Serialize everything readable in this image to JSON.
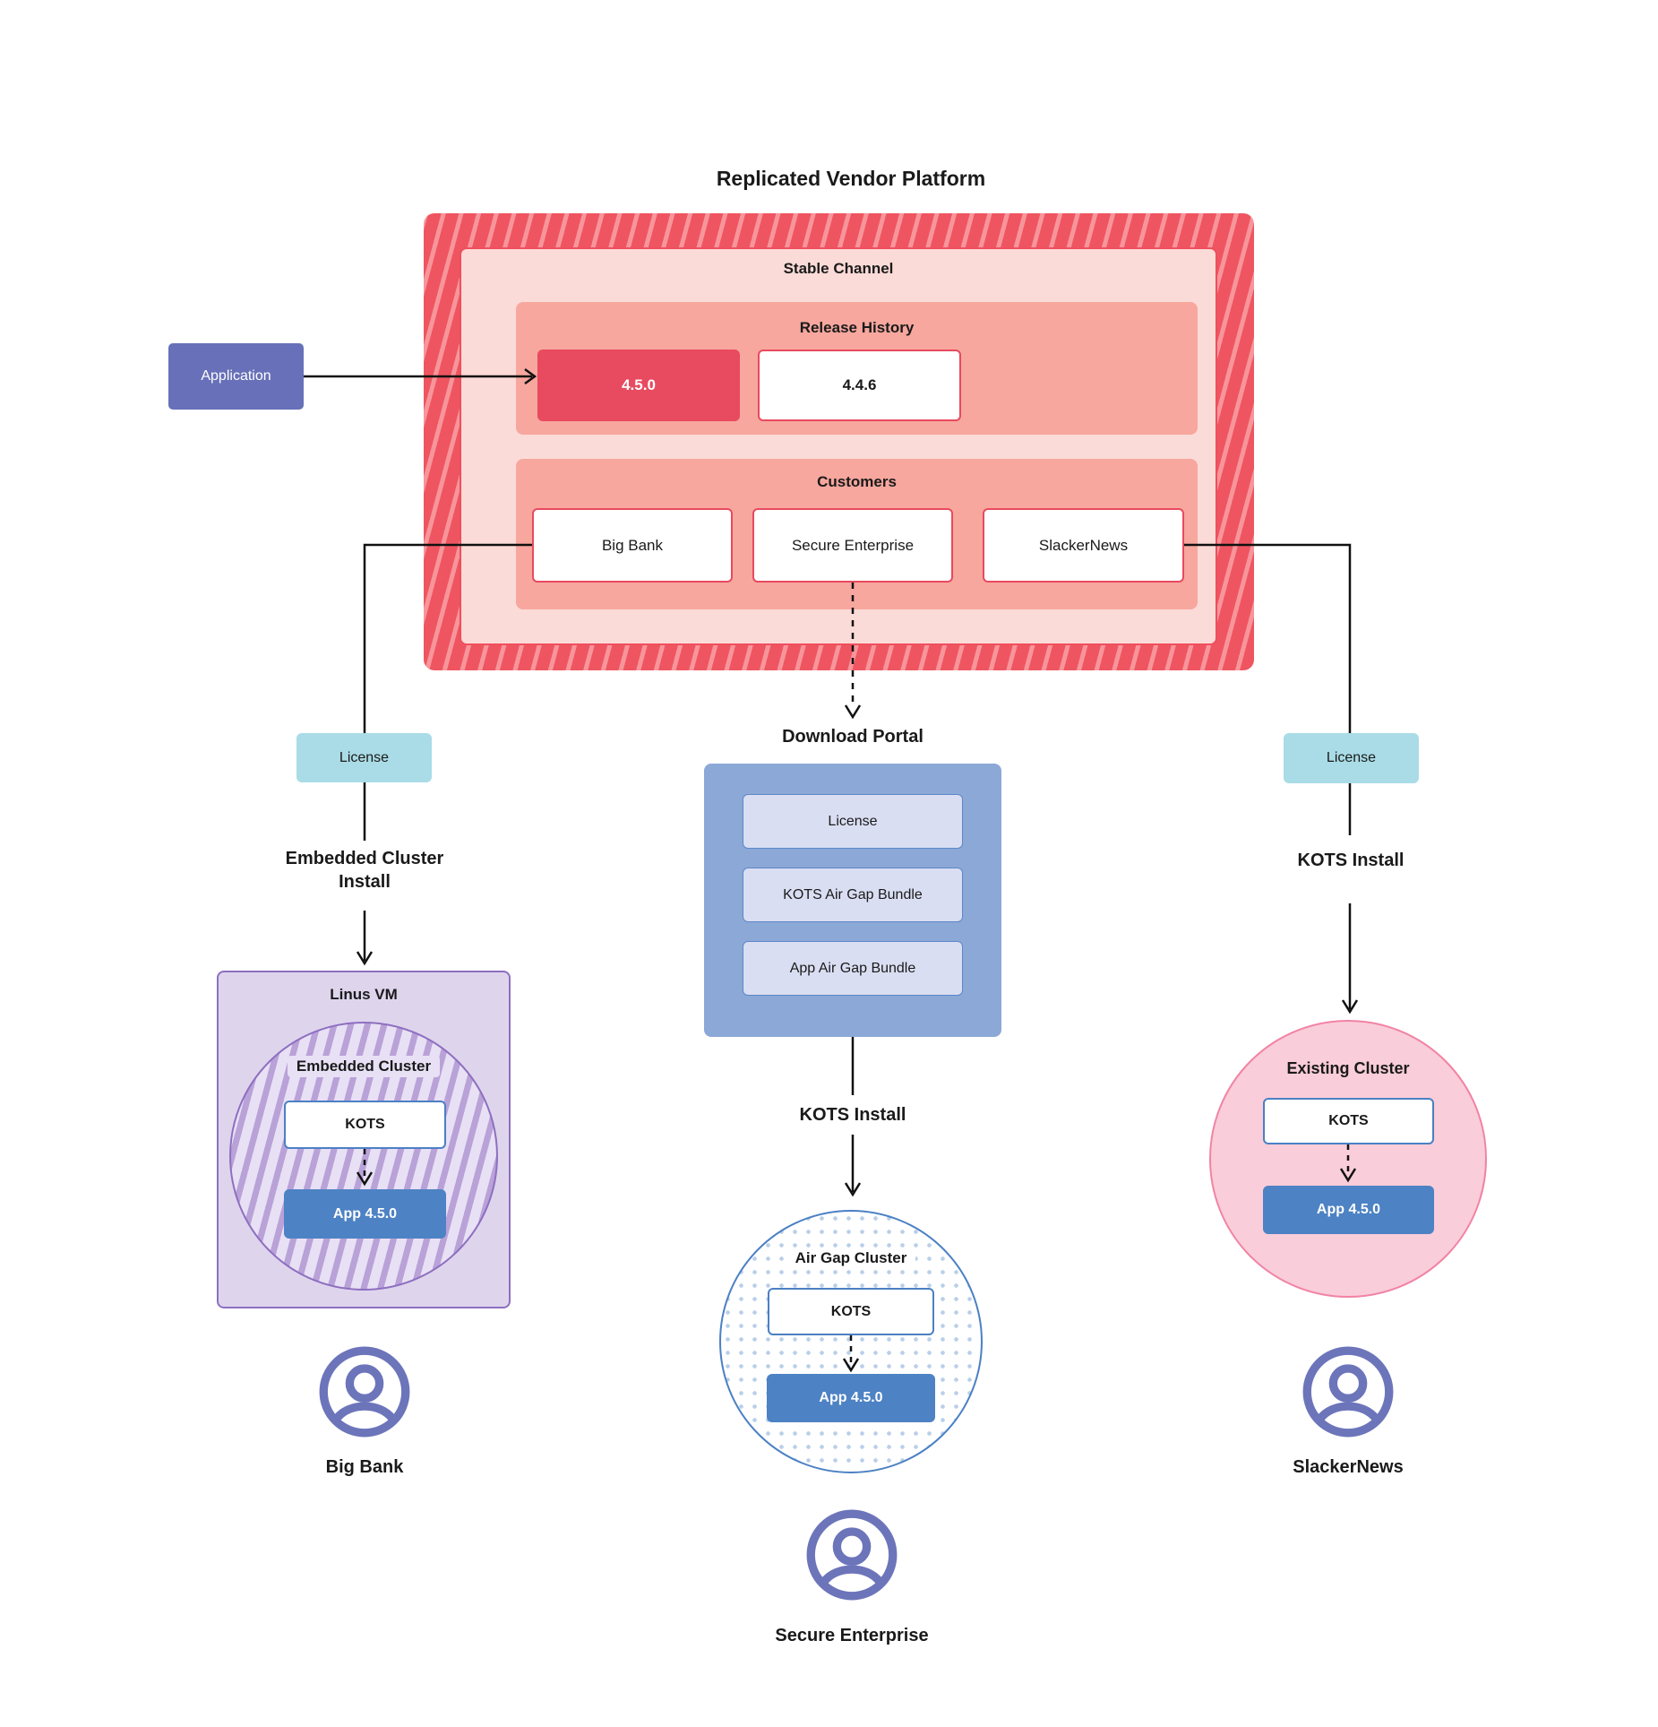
{
  "title": "Replicated Vendor Platform",
  "colors": {
    "platform_red": "#ef5560",
    "platform_stripe": "#f7959b",
    "stable_pink": "#fbdbd7",
    "salmon": "#f7a79e",
    "release_current_red": "#e84a5f",
    "application_indigo": "#6770b8",
    "license_teal": "#a9dce6",
    "portal_blue": "#8ca8d6",
    "portal_item_lavender": "#dadef2",
    "vm_lavender": "#ded5ed",
    "vm_purple_border": "#8e6fc0",
    "app_blue": "#4d82c4",
    "existing_pink": "#f9cdd9",
    "actor_indigo": "#6c75ba"
  },
  "platform": {
    "stable_channel": {
      "label": "Stable Channel",
      "release_history": {
        "label": "Release History",
        "releases": [
          {
            "version": "4.5.0",
            "current": true
          },
          {
            "version": "4.4.6",
            "current": false
          }
        ]
      },
      "customers": {
        "label": "Customers",
        "items": [
          {
            "name": "Big Bank"
          },
          {
            "name": "Secure Enterprise"
          },
          {
            "name": "SlackerNews"
          }
        ]
      }
    }
  },
  "application": {
    "label": "Application"
  },
  "left_flow": {
    "license_label": "License",
    "install_label": "Embedded Cluster Install",
    "vm": {
      "label": "Linus VM",
      "cluster_label": "Embedded Cluster",
      "kots_label": "KOTS",
      "app_label": "App 4.5.0"
    },
    "actor": "Big Bank"
  },
  "center_flow": {
    "portal_label": "Download  Portal",
    "portal_items": [
      "License",
      "KOTS Air Gap Bundle",
      "App Air Gap Bundle"
    ],
    "install_label": "KOTS Install",
    "cluster": {
      "label": "Air Gap Cluster",
      "kots_label": "KOTS",
      "app_label": "App 4.5.0"
    },
    "actor": "Secure Enterprise"
  },
  "right_flow": {
    "license_label": "License",
    "install_label": "KOTS Install",
    "cluster": {
      "label": "Existing Cluster",
      "kots_label": "KOTS",
      "app_label": "App 4.5.0"
    },
    "actor": "SlackerNews"
  }
}
